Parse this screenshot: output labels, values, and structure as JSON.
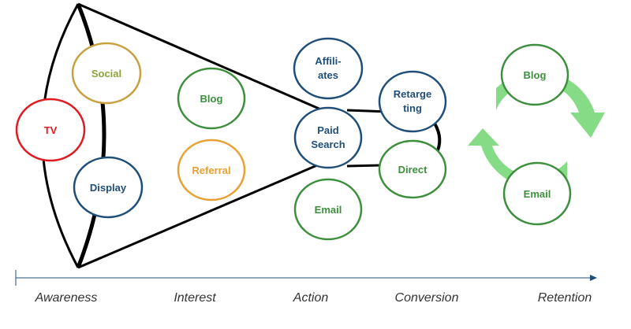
{
  "colors": {
    "red": "#e11b22",
    "olive": "#8aa43a",
    "green": "#3d8f3d",
    "orange": "#e8a030",
    "navy": "#1f4e79",
    "cycle_arrow": "#86dc86",
    "funnel_line": "#000000",
    "axis": "#1f4e79"
  },
  "nodes": {
    "tv": "TV",
    "social": "Social",
    "display": "Display",
    "blog": "Blog",
    "referral": "Referral",
    "affiliates_line1": "Affili-",
    "affiliates_line2": "ates",
    "paid_search_line1": "Paid",
    "paid_search_line2": "Search",
    "email_action": "Email",
    "retargeting_line1": "Retarge",
    "retargeting_line2": "ting",
    "direct": "Direct",
    "retention_blog": "Blog",
    "retention_email": "Email"
  },
  "stages": [
    "Awareness",
    "Interest",
    "Action",
    "Conversion",
    "Retention"
  ]
}
